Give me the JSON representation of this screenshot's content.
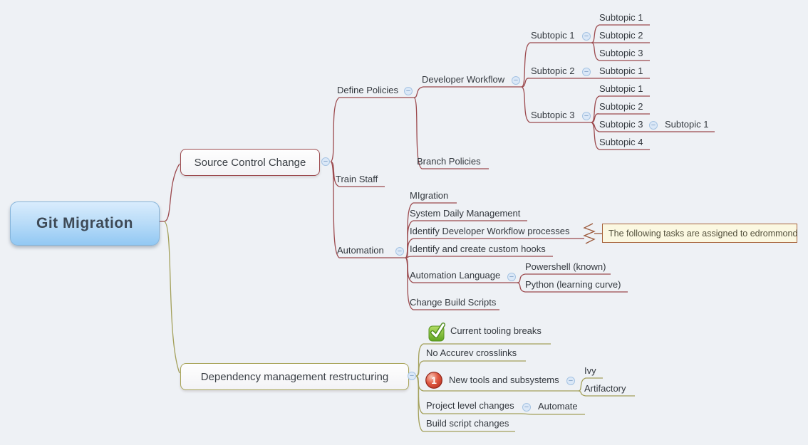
{
  "root": {
    "label": "Git Migration"
  },
  "branches": [
    {
      "label": "Source Control Change",
      "children": [
        {
          "label": "Define Policies",
          "children": [
            {
              "label": "Developer Workflow",
              "children": [
                {
                  "label": "Subtopic 1",
                  "children": [
                    {
                      "label": "Subtopic 1"
                    },
                    {
                      "label": "Subtopic 2"
                    },
                    {
                      "label": "Subtopic 3"
                    }
                  ]
                },
                {
                  "label": "Subtopic 2",
                  "children": [
                    {
                      "label": "Subtopic 1"
                    }
                  ]
                },
                {
                  "label": "Subtopic 3",
                  "children": [
                    {
                      "label": "Subtopic 1"
                    },
                    {
                      "label": "Subtopic 2"
                    },
                    {
                      "label": "Subtopic 3",
                      "children": [
                        {
                          "label": "Subtopic 1"
                        }
                      ]
                    },
                    {
                      "label": "Subtopic 4"
                    }
                  ]
                }
              ]
            },
            {
              "label": "Branch Policies"
            }
          ]
        },
        {
          "label": "Train Staff"
        },
        {
          "label": "Automation",
          "children": [
            {
              "label": "MIgration"
            },
            {
              "label": "System Daily Management"
            },
            {
              "label": "Identify Developer Workflow processes"
            },
            {
              "label": "Identify and create custom hooks"
            },
            {
              "label": "Automation Language",
              "children": [
                {
                  "label": "Powershell (known)"
                },
                {
                  "label": "Python (learning curve)"
                }
              ]
            },
            {
              "label": "Change Build Scripts"
            }
          ]
        }
      ]
    },
    {
      "label": "Dependency management restructuring",
      "children": [
        {
          "label": "Current tooling breaks",
          "marker": "check-icon"
        },
        {
          "label": "No Accurev crosslinks"
        },
        {
          "label": "New tools and subsystems",
          "marker": "priority-1-icon",
          "children": [
            {
              "label": "Ivy"
            },
            {
              "label": "Artifactory"
            }
          ]
        },
        {
          "label": "Project level changes",
          "children": [
            {
              "label": "Automate"
            }
          ]
        },
        {
          "label": "Build script changes"
        }
      ]
    }
  ],
  "callout": {
    "text": "The following tasks are assigned to edrommond"
  },
  "icons": {
    "collapse_glyph": "−",
    "priority1_glyph": "1",
    "check": "check-icon"
  },
  "colors": {
    "background": "#eef1f5",
    "branch1_line": "#9c4a4e",
    "branch2_line": "#a3a05a",
    "root_fill_top": "#d9ecfd",
    "root_fill_bottom": "#92c8f3",
    "callout_fill": "#fbf8e1",
    "callout_border": "#a8643c",
    "check_green": "#76b82a",
    "priority_red": "#c0392b",
    "collapse_fill": "#dbe8f7"
  }
}
